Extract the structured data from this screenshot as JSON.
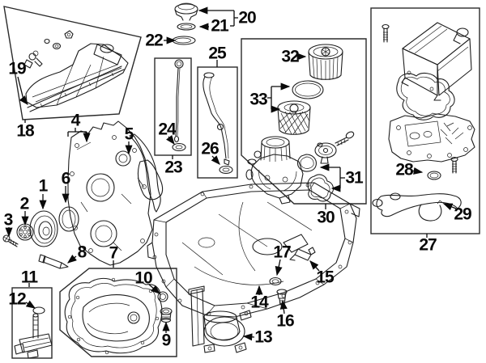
{
  "figure": {
    "kind": "exploded-parts-diagram",
    "background_color": "#ffffff",
    "line_color": "#1d1d1d",
    "label_color": "#0a0a0a"
  },
  "callouts": [
    {
      "number": "1"
    },
    {
      "number": "2"
    },
    {
      "number": "3"
    },
    {
      "number": "4"
    },
    {
      "number": "5"
    },
    {
      "number": "6"
    },
    {
      "number": "7"
    },
    {
      "number": "8"
    },
    {
      "number": "9"
    },
    {
      "number": "10"
    },
    {
      "number": "11"
    },
    {
      "number": "12"
    },
    {
      "number": "13"
    },
    {
      "number": "14"
    },
    {
      "number": "15"
    },
    {
      "number": "16"
    },
    {
      "number": "17"
    },
    {
      "number": "18"
    },
    {
      "number": "19"
    },
    {
      "number": "20"
    },
    {
      "number": "21"
    },
    {
      "number": "22"
    },
    {
      "number": "23"
    },
    {
      "number": "24"
    },
    {
      "number": "25"
    },
    {
      "number": "26"
    },
    {
      "number": "27"
    },
    {
      "number": "28"
    },
    {
      "number": "29"
    },
    {
      "number": "30"
    },
    {
      "number": "31"
    },
    {
      "number": "32"
    },
    {
      "number": "33"
    }
  ]
}
